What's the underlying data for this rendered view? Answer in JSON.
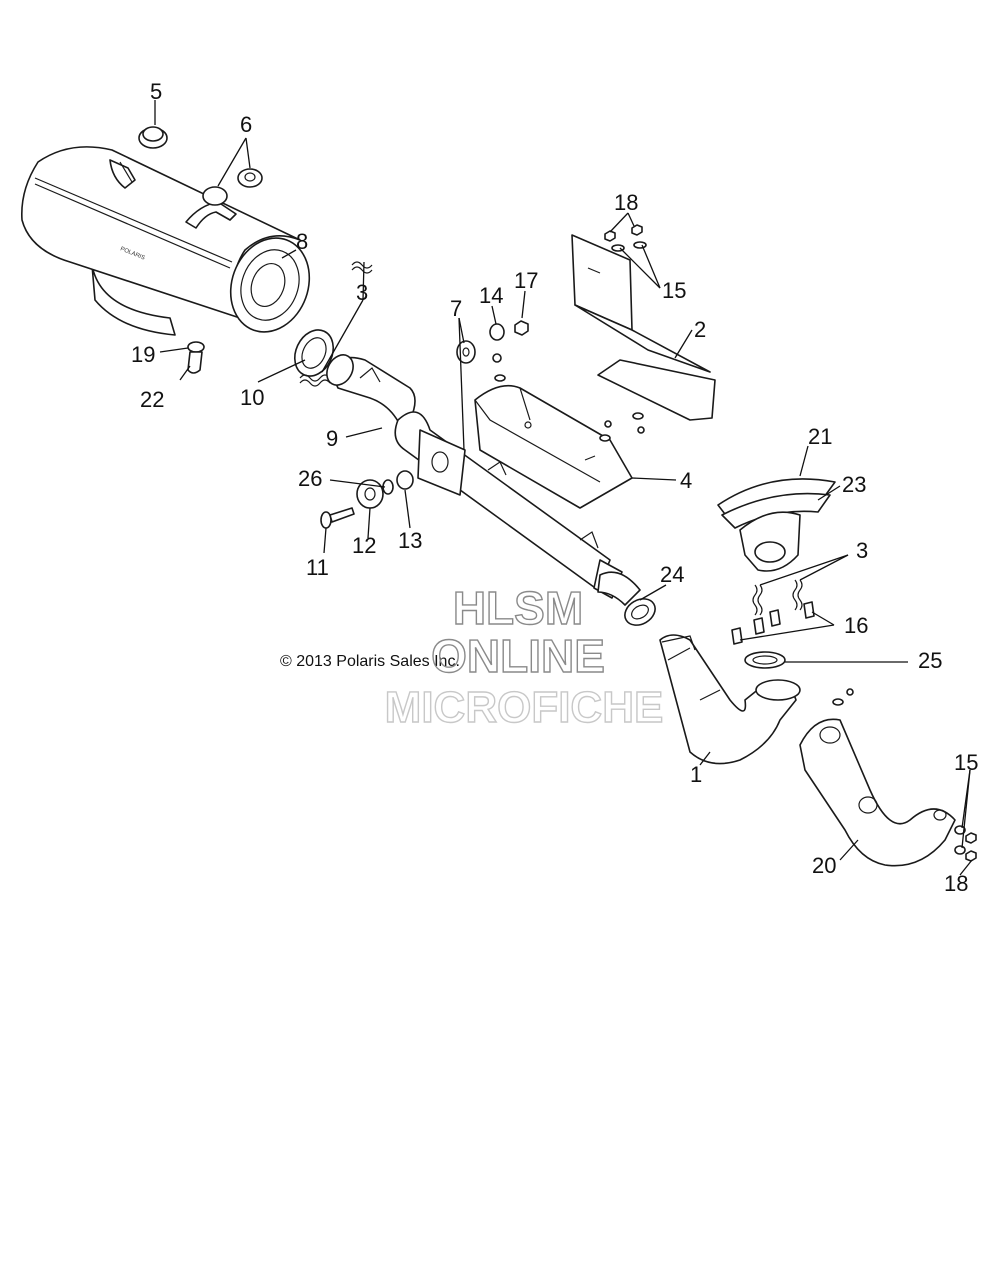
{
  "watermark": {
    "line1": "HLSM",
    "line2": "ONLINE",
    "line3": "MICROFICHE"
  },
  "copyright": "© 2013 Polaris Sales Inc.",
  "muffler_label": "POLARIS",
  "callouts": [
    {
      "id": "c5",
      "text": "5"
    },
    {
      "id": "c6",
      "text": "6"
    },
    {
      "id": "c8",
      "text": "8"
    },
    {
      "id": "c3a",
      "text": "3"
    },
    {
      "id": "c19",
      "text": "19"
    },
    {
      "id": "c22",
      "text": "22"
    },
    {
      "id": "c10",
      "text": "10"
    },
    {
      "id": "c9",
      "text": "9"
    },
    {
      "id": "c7",
      "text": "7"
    },
    {
      "id": "c14",
      "text": "14"
    },
    {
      "id": "c17",
      "text": "17"
    },
    {
      "id": "c18a",
      "text": "18"
    },
    {
      "id": "c15a",
      "text": "15"
    },
    {
      "id": "c2",
      "text": "2"
    },
    {
      "id": "c4",
      "text": "4"
    },
    {
      "id": "c26",
      "text": "26"
    },
    {
      "id": "c11",
      "text": "11"
    },
    {
      "id": "c12",
      "text": "12"
    },
    {
      "id": "c13",
      "text": "13"
    },
    {
      "id": "c21",
      "text": "21"
    },
    {
      "id": "c23",
      "text": "23"
    },
    {
      "id": "c3b",
      "text": "3"
    },
    {
      "id": "c24",
      "text": "24"
    },
    {
      "id": "c16",
      "text": "16"
    },
    {
      "id": "c25",
      "text": "25"
    },
    {
      "id": "c1",
      "text": "1"
    },
    {
      "id": "c15b",
      "text": "15"
    },
    {
      "id": "c20",
      "text": "20"
    },
    {
      "id": "c18b",
      "text": "18"
    }
  ]
}
